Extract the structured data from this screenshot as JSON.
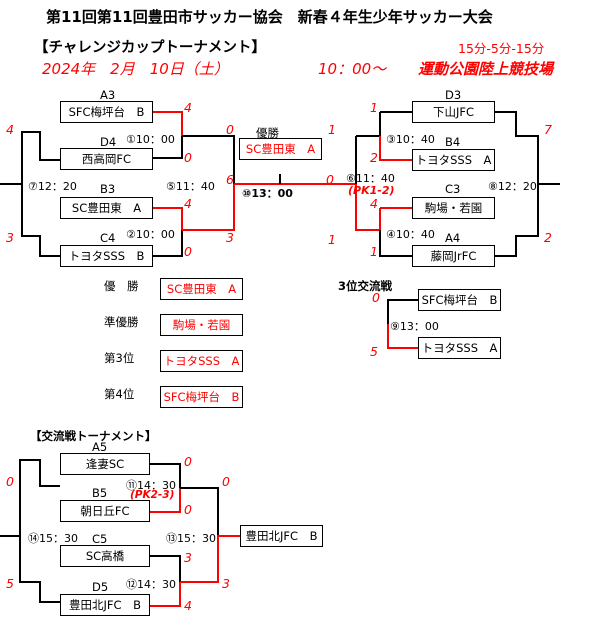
{
  "header": {
    "title": "第11回第11回豊田市サッカー協会　新春４年生少年サッカー大会",
    "subtitle": "【チャレンジカップトーナメント】",
    "format": "15分-5分-15分",
    "date": "2024年　2月　10日（土）",
    "time": "10：00～",
    "venue": "運動公園陸上競技場"
  },
  "challenge": {
    "slots": [
      {
        "code": "A3",
        "team": "SFC梅坪台　B"
      },
      {
        "code": "D4",
        "team": "西高岡FC"
      },
      {
        "code": "B3",
        "team": "SC豊田東　A"
      },
      {
        "code": "C4",
        "team": "トヨタSSS　B"
      },
      {
        "code": "D3",
        "team": "下山JFC"
      },
      {
        "code": "B4",
        "team": "トヨタSSS　A"
      },
      {
        "code": "C3",
        "team": "駒場・若園"
      },
      {
        "code": "A4",
        "team": "藤岡JrFC"
      }
    ],
    "matches": [
      {
        "label": "①10：00"
      },
      {
        "label": "②10：00"
      },
      {
        "label": "③10：40"
      },
      {
        "label": "④10：40"
      },
      {
        "label": "⑤11：40"
      },
      {
        "label": "⑥11：40"
      },
      {
        "label": "⑦12：20"
      },
      {
        "label": "⑧12：20"
      }
    ],
    "pk": "(PK1-2)",
    "final": {
      "label": "優勝",
      "winner": "SC豊田東　A",
      "time": "⑩13：00"
    },
    "scores": {
      "m7_top": "4",
      "m7_bot": "3",
      "m1_top": "4",
      "m1_bot": "0",
      "m2_top": "4",
      "m2_bot": "0",
      "m5_top": "0",
      "m5_bot": "3",
      "final_left": "6",
      "final_right": "0",
      "m3_top": "1",
      "m3_bot": "2",
      "m4_top": "4",
      "m4_bot": "1",
      "m6_top": "1",
      "m6_bot": "1",
      "m8_top": "7",
      "m8_bot": "2"
    }
  },
  "results": [
    {
      "rank": "優　勝",
      "team": "SC豊田東　A"
    },
    {
      "rank": "準優勝",
      "team": "駒場・若園"
    },
    {
      "rank": "第3位",
      "team": "トヨタSSS　A"
    },
    {
      "rank": "第4位",
      "team": "SFC梅坪台　B"
    }
  ],
  "third_place": {
    "title": "3位交流戦",
    "top": "SFC梅坪台　B",
    "bottom": "トヨタSSS　A",
    "match": "⑨13：00",
    "score_top": "0",
    "score_bot": "5"
  },
  "exchange": {
    "title": "【交流戦トーナメント】",
    "slots": [
      {
        "code": "A5",
        "team": "逢妻SC"
      },
      {
        "code": "B5",
        "team": "朝日丘FC"
      },
      {
        "code": "C5",
        "team": "SC高橋"
      },
      {
        "code": "D5",
        "team": "豊田北JFC　B"
      }
    ],
    "m11": "⑪14：30",
    "m11_pk": "(PK2-3)",
    "m12": "⑫14：30",
    "m13": "⑬15：30",
    "m14": "⑭15：30",
    "winner": "豊田北JFC　B",
    "scores": {
      "m14_top": "0",
      "m14_bot": "5",
      "m11_top": "0",
      "m11_bot": "0",
      "m12_top": "3",
      "m12_bot": "4",
      "m13_top": "0",
      "m13_bot": "3"
    }
  }
}
